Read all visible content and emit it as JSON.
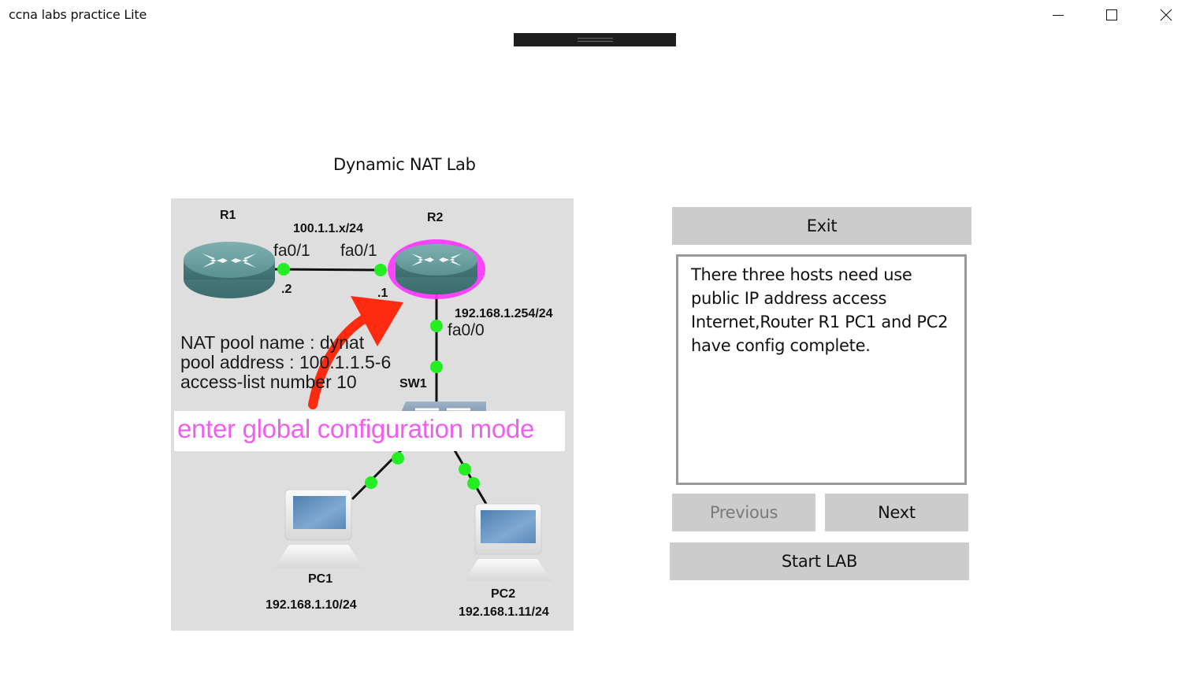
{
  "window": {
    "title": "ccna labs practice Lite",
    "controls": [
      "minimize-icon",
      "maximize-icon",
      "close-icon"
    ]
  },
  "drag_handle": {
    "icon": "drag-grip-icon"
  },
  "lab": {
    "title": "Dynamic NAT Lab"
  },
  "diagram": {
    "devices": {
      "r1": "R1",
      "r2": "R2",
      "sw1": "SW1",
      "pc1": "PC1",
      "pc2": "PC2"
    },
    "links": {
      "wan_subnet": "100.1.1.x/24",
      "r1_port": "fa0/1",
      "r2_wan_port": "fa0/1",
      "r1_host": ".2",
      "r2_host": ".1",
      "r2_lan_ip": "192.168.1.254/24",
      "r2_lan_port": "fa0/0",
      "pc1_ip": "192.168.1.10/24",
      "pc2_ip": "192.168.1.11/24"
    },
    "nat_info": {
      "pool_name": "NAT pool name : dynat",
      "pool_address": "pool address : 100.1.1.5-6",
      "access_list": "access-list number 10"
    },
    "hint": "enter global configuration mode",
    "colors": {
      "hint": "#f05ef0",
      "highlight": "#ff33ff",
      "arrow": "#ff2a10",
      "link_dot": "#22ee22",
      "router": "#4f8a8b",
      "background": "#dedede"
    }
  },
  "buttons": {
    "exit": "Exit",
    "previous": "Previous",
    "next": "Next",
    "start_lab": "Start LAB"
  },
  "description": "There three hosts need use public IP address access Internet,Router R1 PC1 and PC2 have config complete."
}
